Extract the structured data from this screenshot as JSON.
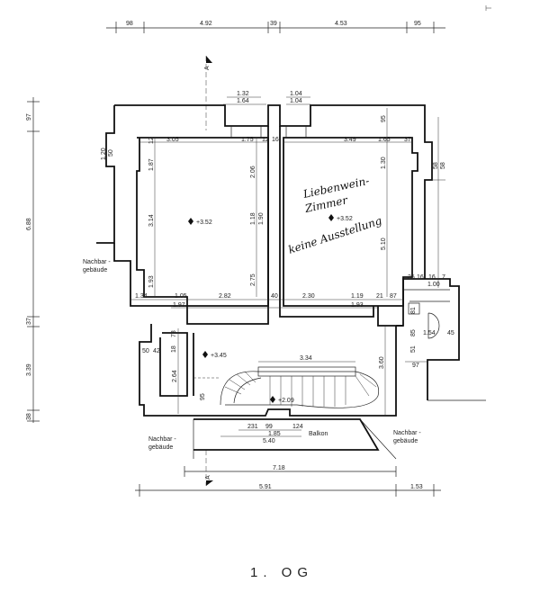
{
  "plan": {
    "title": "1. OG",
    "room_note_line1": "Liebenwein-",
    "room_note_line2": "Zimmer",
    "room_note_line3": "keine Ausstellung",
    "level_left_room": "+3.52",
    "level_right_room": "+3.52",
    "level_hall": "+3.45",
    "level_stair": "+2.09",
    "balcony": "Balkon",
    "neighbor_left_1": "Nachbar -",
    "neighbor_left_2": "gebäude",
    "neighbor_mid_1": "Nachbar -",
    "neighbor_mid_2": "gebäude",
    "neighbor_right_1": "Nachbar -",
    "neighbor_right_2": "gebäude",
    "section_mark_top": "A",
    "section_mark_bottom": "A"
  },
  "dims": {
    "top_row": [
      "98",
      "4.92",
      "39",
      "4.53",
      "95"
    ],
    "door_left": [
      "1.32",
      "1.64"
    ],
    "door_right": [
      "1.04",
      "1.04"
    ],
    "left_vertical": [
      "97",
      "6.88",
      "37",
      "3.39",
      "38"
    ],
    "room_left_top": [
      "3.05",
      "1.75",
      "12",
      "16"
    ],
    "room_right_top": [
      "3.49",
      "1.65",
      "37"
    ],
    "room_left_inner": [
      "12",
      "1.87",
      "3.14",
      "1.93",
      "2.06",
      "1.18",
      "1.90",
      "2.75"
    ],
    "room_right_inner": [
      "95",
      "1.30",
      "5.10",
      "58",
      "58"
    ],
    "left_small": [
      "1.20",
      "50"
    ],
    "row_bottom_rooms": [
      "1.34",
      "1.05",
      "2.82",
      "40",
      "2.30",
      "1.19",
      "21",
      "87"
    ],
    "row_bottom_rooms_2": [
      "1.97",
      "1.93"
    ],
    "right_small": [
      "35",
      "16",
      "16",
      "7",
      "1.00",
      "81",
      "85",
      "1.54",
      "45",
      "51",
      "97"
    ],
    "hall": [
      "50",
      "42",
      "73",
      "18",
      "2.64",
      "95",
      "3.34",
      "3.60"
    ],
    "stair_bottom": [
      "231",
      "99",
      "124",
      "1.85",
      "5.40"
    ],
    "long_rows": [
      "7.18",
      "5.91",
      "1.53"
    ]
  }
}
